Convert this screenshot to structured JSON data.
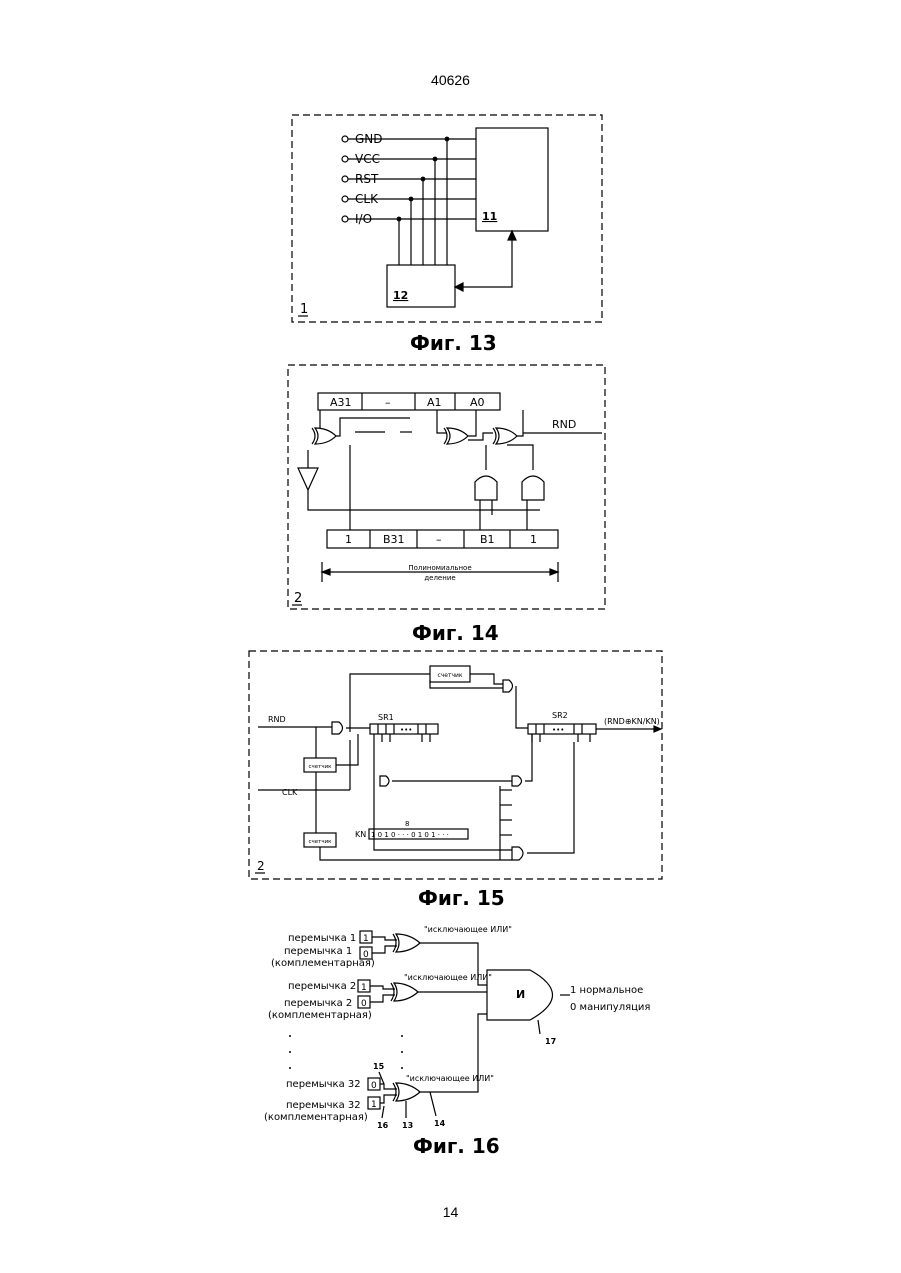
{
  "page": {
    "number_top": "40626",
    "number_bottom": "14"
  },
  "fig13": {
    "caption": "Фиг. 13",
    "pins": [
      "GND",
      "VCC",
      "RST",
      "CLK",
      "I/O"
    ],
    "block_main": "11",
    "block_sub": "12",
    "frame_label": "1"
  },
  "fig14": {
    "caption": "Фиг. 14",
    "reg_a": [
      "A31",
      "–",
      "A1",
      "A0"
    ],
    "reg_b": [
      "1",
      "B31",
      "–",
      "B1",
      "1"
    ],
    "input": "RND",
    "span_label_line1": "Полиномиальное",
    "span_label_line2": "деление",
    "frame_label": "2"
  },
  "fig15": {
    "caption": "Фиг. 15",
    "rnd": "RND",
    "clk": "CLK",
    "sr1": "SR1",
    "sr2": "SR2",
    "output": "(RND⊕KN/KN)",
    "counter": "счетчик",
    "kn": "KN",
    "kn_bits": "1 0 1 0 · · · 0 1 0 1 · · ·",
    "bit_marker": "8",
    "frame_label": "2"
  },
  "fig16": {
    "caption": "Фиг. 16",
    "jumper1": "перемычка 1",
    "jumper1c_line1": "перемычка 1",
    "jumper1c_line2": "(комплементарная)",
    "jumper2": "перемычка 2",
    "jumper2c_line1": "перемычка 2",
    "jumper2c_line2": "(комплементарная)",
    "jumper32": "перемычка 32",
    "jumper32c_line1": "перемычка 32",
    "jumper32c_line2": "(комплементарная)",
    "xor_label": "\"исключающее ИЛИ\"",
    "and_label": "И",
    "out_normal": "1 нормальное",
    "out_manip": "0 манипуляция",
    "ref_17": "17",
    "ref_15": "15",
    "ref_16": "16",
    "ref_13": "13",
    "ref_14": "14",
    "val_1": "1",
    "val_0": "0"
  }
}
